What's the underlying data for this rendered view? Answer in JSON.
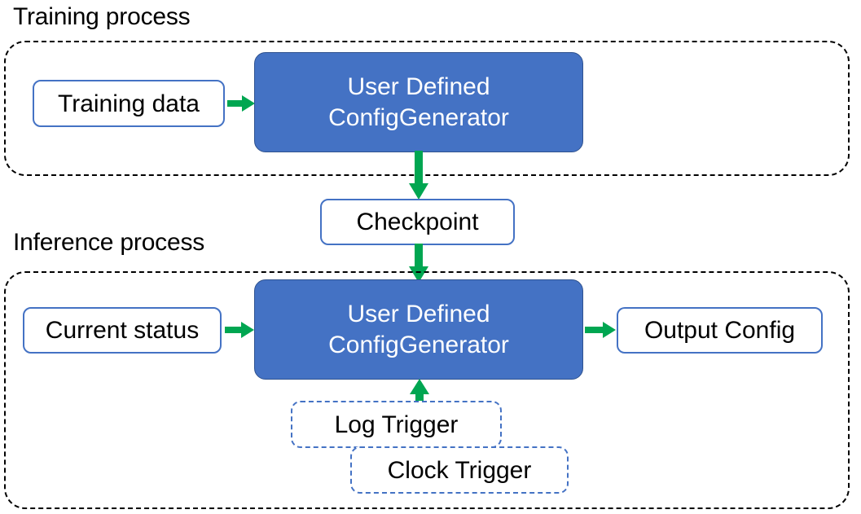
{
  "diagram": {
    "title_training": "Training process",
    "title_inference": "Inference process",
    "colors": {
      "primary_fill": "#4472C4",
      "primary_stroke": "#2F528F",
      "node_border": "#4472C4",
      "arrow_green": "#00A651",
      "group_border": "#000000",
      "trigger_border": "#4472C4",
      "text_dark": "#000000",
      "text_light": "#FFFFFF",
      "background": "#FFFFFF"
    }
  },
  "training": {
    "label": "Training process",
    "input_node": "Training data",
    "process_node_line1": "User Defined",
    "process_node_line2": "ConfigGenerator"
  },
  "bridge": {
    "checkpoint_node": "Checkpoint"
  },
  "inference": {
    "label": "Inference process",
    "input_node": "Current status",
    "process_node_line1": "User Defined",
    "process_node_line2": "ConfigGenerator",
    "output_node": "Output Config",
    "trigger_log": "Log Trigger",
    "trigger_clock": "Clock Trigger"
  },
  "edges": [
    {
      "name": "training-data-to-generator",
      "from": "Training data",
      "to": "User Defined ConfigGenerator",
      "direction": "right"
    },
    {
      "name": "generator-to-checkpoint",
      "from": "User Defined ConfigGenerator",
      "to": "Checkpoint",
      "direction": "down"
    },
    {
      "name": "checkpoint-to-inference-generator",
      "from": "Checkpoint",
      "to": "User Defined ConfigGenerator",
      "direction": "down"
    },
    {
      "name": "current-status-to-generator",
      "from": "Current status",
      "to": "User Defined ConfigGenerator",
      "direction": "right"
    },
    {
      "name": "generator-to-output-config",
      "from": "User Defined ConfigGenerator",
      "to": "Output Config",
      "direction": "right"
    },
    {
      "name": "triggers-to-generator",
      "from": "Log Trigger / Clock Trigger",
      "to": "User Defined ConfigGenerator",
      "direction": "up"
    }
  ]
}
